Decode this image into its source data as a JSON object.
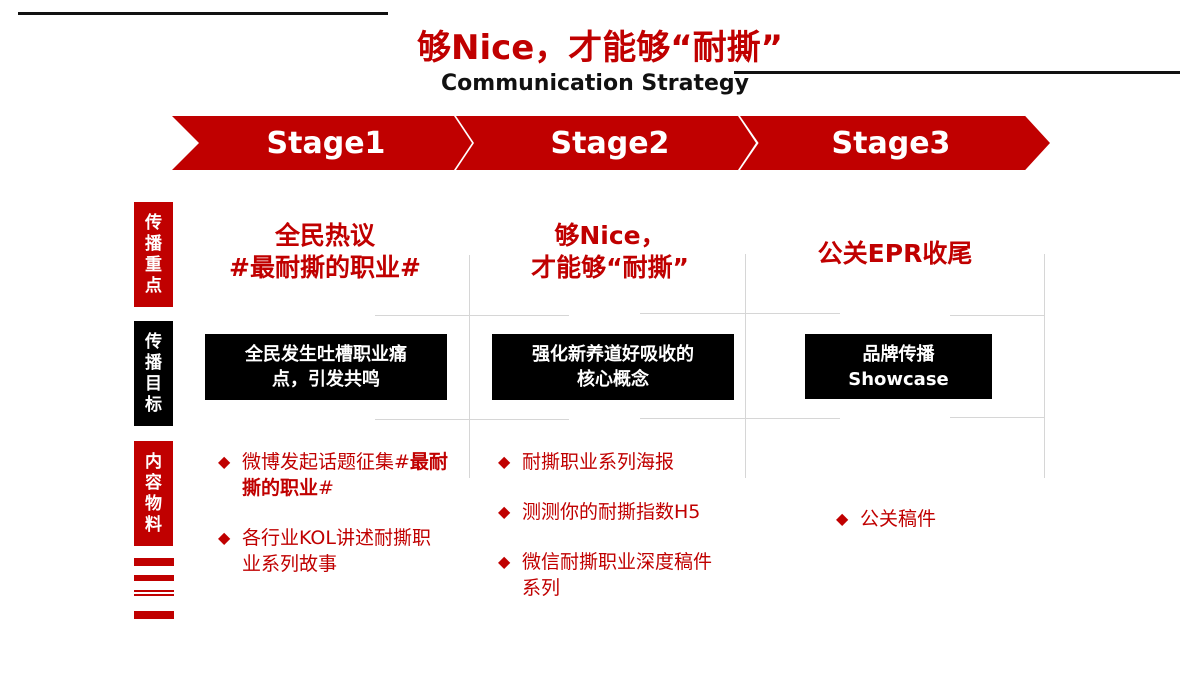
{
  "header": {
    "title": "够Nice，才能够“耐撕”",
    "subtitle": "Communication Strategy"
  },
  "stages": [
    {
      "label": "Stage1"
    },
    {
      "label": "Stage2"
    },
    {
      "label": "Stage3"
    }
  ],
  "row_labels": {
    "focus": [
      "传",
      "播",
      "重",
      "点"
    ],
    "goal": [
      "传",
      "播",
      "目",
      "标"
    ],
    "content": [
      "内",
      "容",
      "物",
      "料"
    ]
  },
  "focus": [
    {
      "line1": "全民热议",
      "line2": "#最耐撕的职业#"
    },
    {
      "line1": "够Nice，",
      "line2": "才能够“耐撕”"
    },
    {
      "line1": "公关EPR收尾",
      "line2": ""
    }
  ],
  "goals": [
    {
      "line1": "全民发生吐槽职业痛",
      "line2": "点，引发共鸣"
    },
    {
      "line1": "强化新养道好吸收的",
      "line2": "核心概念"
    },
    {
      "line1": "品牌传播",
      "line2": "Showcase"
    }
  ],
  "content": [
    {
      "items": [
        {
          "text": "微博发起话题征集#",
          "bold": "最耐撕的职业",
          "tail": "#"
        },
        {
          "text": "各行业KOL讲述耐撕职业系列故事",
          "bold": "",
          "tail": ""
        }
      ]
    },
    {
      "items": [
        {
          "text": "耐撕职业系列海报",
          "bold": "",
          "tail": ""
        },
        {
          "text": "测测你的耐撕指数H5",
          "bold": "",
          "tail": ""
        },
        {
          "text": "微信耐撕职业深度稿件系列",
          "bold": "",
          "tail": ""
        }
      ]
    },
    {
      "items": [
        {
          "text": "公关稿件",
          "bold": "",
          "tail": ""
        }
      ]
    }
  ],
  "icons": {
    "bullet": "◆"
  },
  "colors": {
    "accent": "#c00000",
    "dark": "#000000",
    "grid": "#d6d6d6"
  }
}
